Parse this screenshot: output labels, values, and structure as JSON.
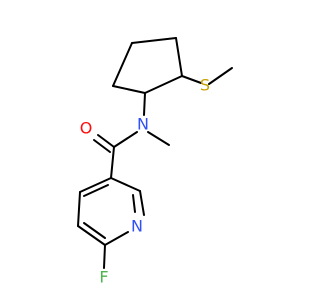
{
  "molecule": {
    "name": "",
    "atoms": {
      "oxygen": {
        "label": "O",
        "color": "#ff0d0d"
      },
      "nitrogen_amide": {
        "label": "N",
        "color": "#3050f8"
      },
      "sulfur": {
        "label": "S",
        "color": "#c8a000"
      },
      "nitrogen_ring": {
        "label": "N",
        "color": "#3050f8"
      },
      "fluorine": {
        "label": "F",
        "color": "#4fb34f"
      }
    },
    "bond_color": "#000000"
  }
}
